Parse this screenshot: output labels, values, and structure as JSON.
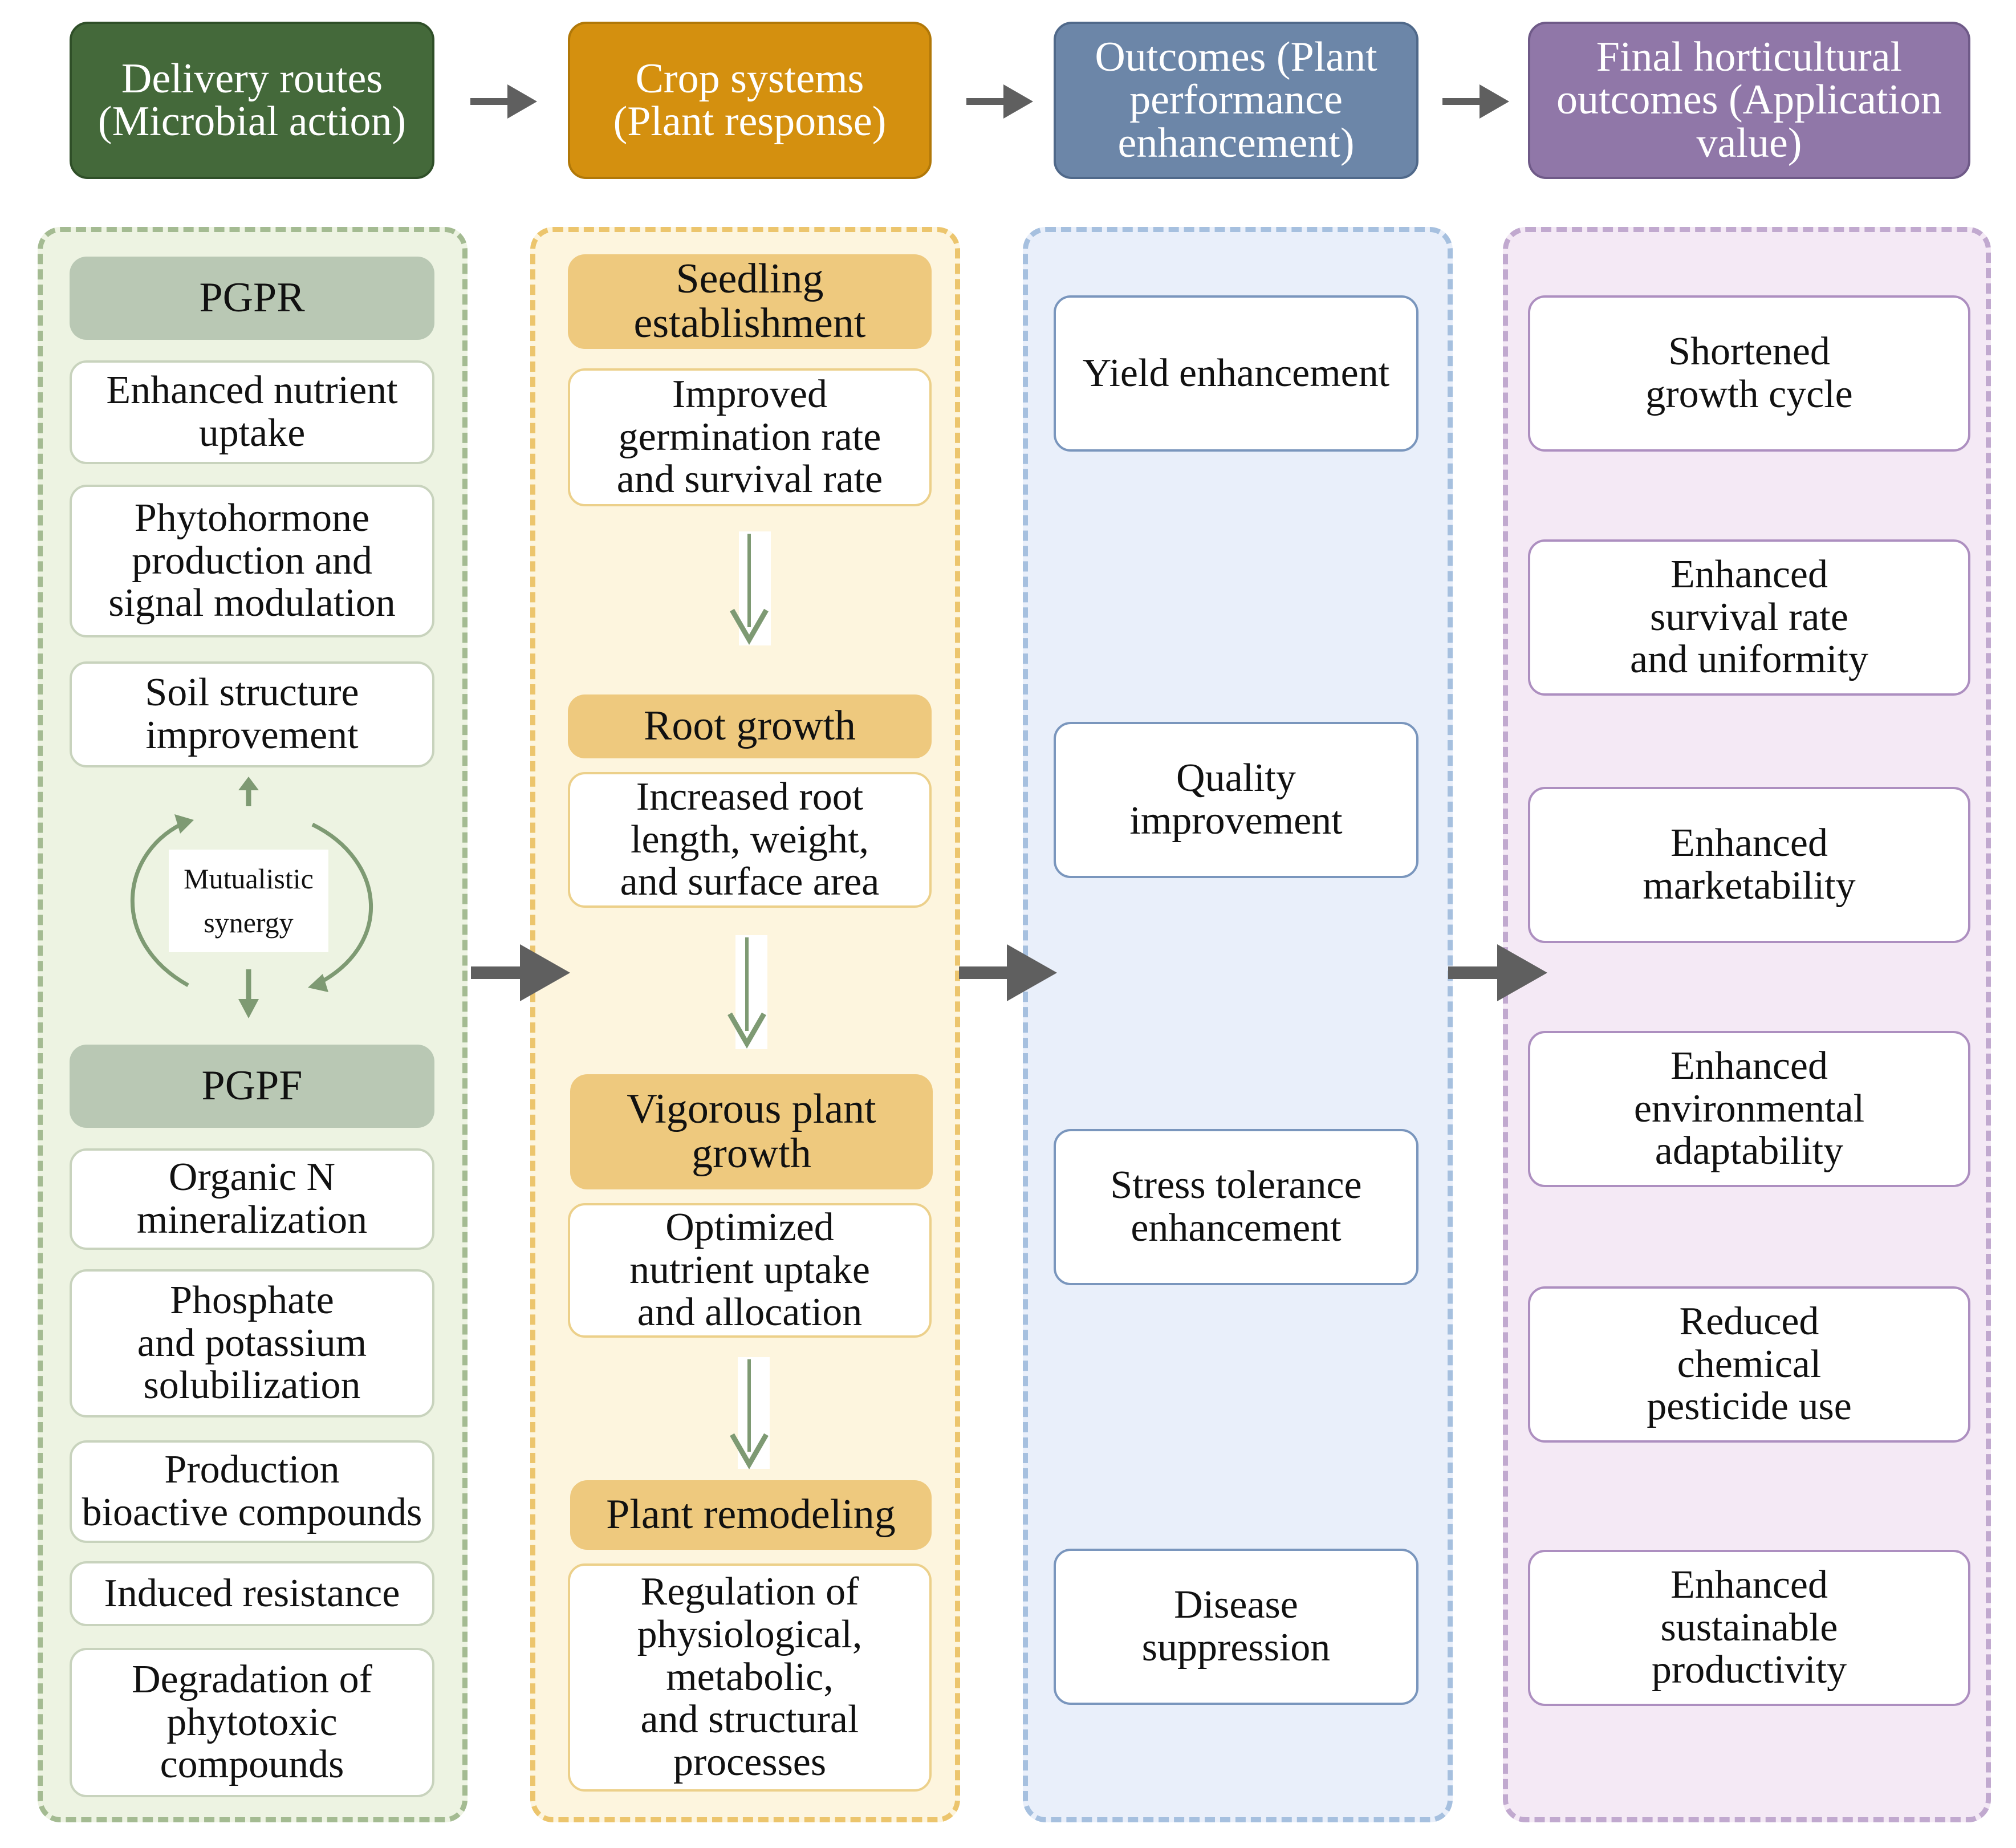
{
  "headers": {
    "delivery": "Delivery routes\n(Microbial action)",
    "crop": "Crop systems\n(Plant response)",
    "outcomes": "Outcomes (Plant\nperformance\nenhancement)",
    "final": "Final horticultural\noutcomes (Application\nvalue)"
  },
  "delivery": {
    "pgpr_label": "PGPR",
    "pgpr_items": [
      "Enhanced nutrient\nuptake",
      "Phytohormone\nproduction and\nsignal modulation",
      "Soil structure\nimprovement"
    ],
    "synergy": "Mutualistic\nsynergy",
    "pgpf_label": "PGPF",
    "pgpf_items": [
      "Organic N\nmineralization",
      "Phosphate\nand potassium\nsolubilization",
      "Production\nbioactive compounds",
      "Induced resistance",
      "Degradation of\nphytotoxic\ncompounds"
    ]
  },
  "crop": {
    "stages": [
      {
        "label": "Seedling\nestablishment",
        "detail": "Improved\ngermination rate\nand survival rate"
      },
      {
        "label": "Root growth",
        "detail": "Increased root\nlength, weight,\nand surface area"
      },
      {
        "label": "Vigorous plant\ngrowth",
        "detail": "Optimized\nnutrient uptake\nand allocation"
      },
      {
        "label": "Plant remodeling",
        "detail": "Regulation of\nphysiological,\nmetabolic,\nand structural\nprocesses"
      }
    ]
  },
  "outcomes": {
    "items": [
      "Yield enhancement",
      "Quality\nimprovement",
      "Stress tolerance\nenhancement",
      "Disease\nsuppression"
    ]
  },
  "final": {
    "items": [
      "Shortened\ngrowth cycle",
      "Enhanced\nsurvival rate\nand uniformity",
      "Enhanced\nmarketability",
      "Enhanced\nenvironmental\nadaptability",
      "Reduced\nchemical\npesticide use",
      "Enhanced\nsustainable\nproductivity"
    ]
  },
  "colors": {
    "green_header": "#44693a",
    "gold_header": "#d4900f",
    "blue_header": "#6c86a8",
    "purple_header": "#9077a8",
    "arrow_gray": "#5f5f5f",
    "arrow_green": "#7e9a73"
  }
}
